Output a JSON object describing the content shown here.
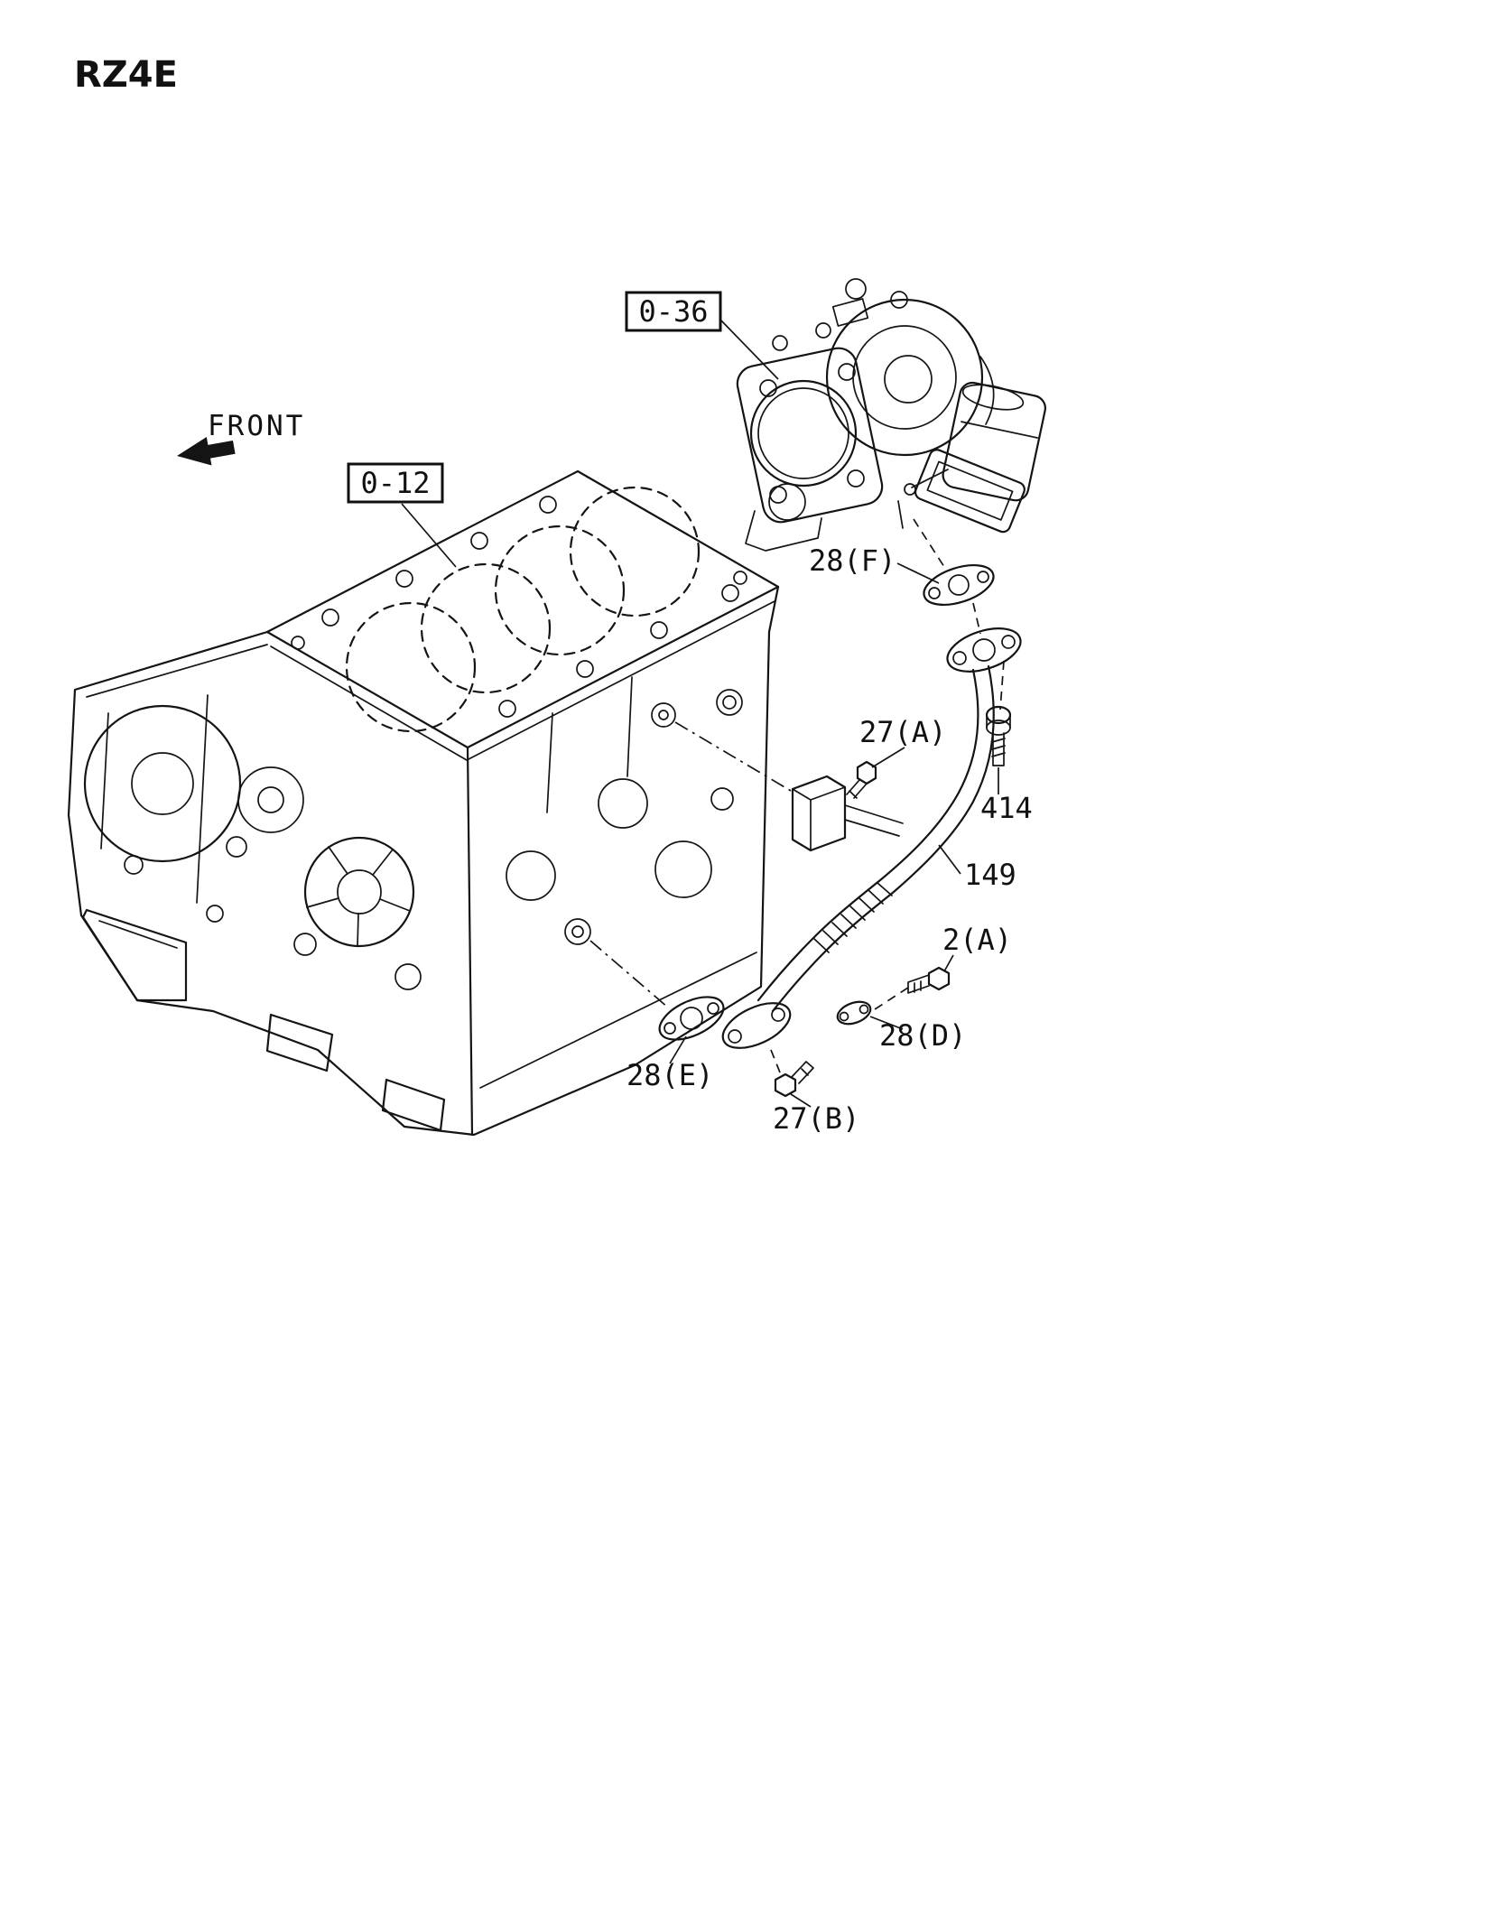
{
  "page": {
    "model_code": "RZ4E",
    "front_label": "FRONT"
  },
  "diagram": {
    "colors": {
      "line": "#141414",
      "background": "#ffffff"
    },
    "ref_boxes": [
      {
        "label": "0-36"
      },
      {
        "label": "0-12"
      }
    ],
    "callouts": [
      {
        "label": "28(F)"
      },
      {
        "label": "27(A)"
      },
      {
        "label": "414"
      },
      {
        "label": "149"
      },
      {
        "label": "2(A)"
      },
      {
        "label": "28(D)"
      },
      {
        "label": "28(E)"
      },
      {
        "label": "27(B)"
      }
    ]
  }
}
